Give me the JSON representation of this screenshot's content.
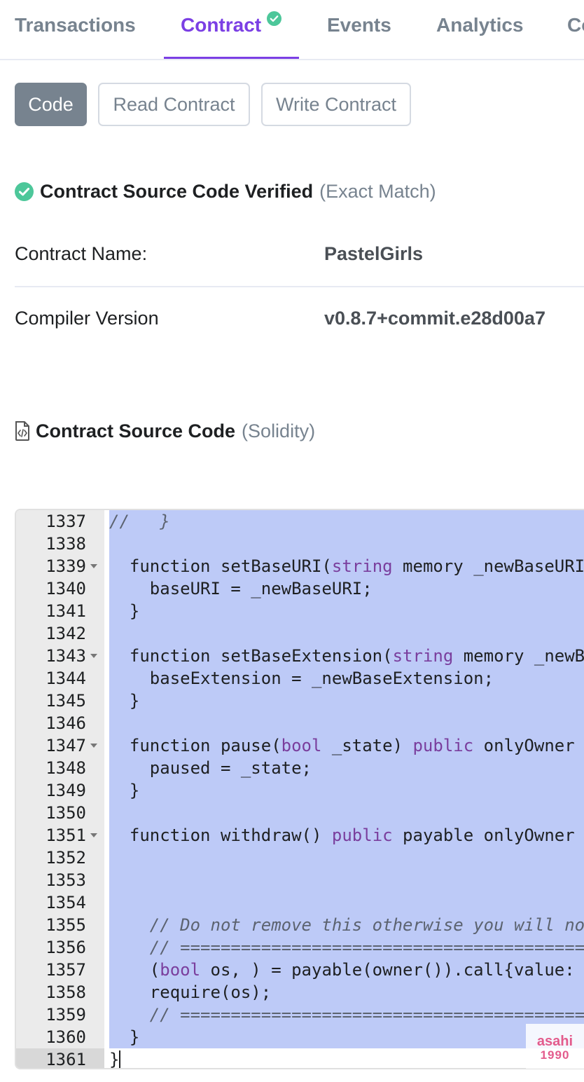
{
  "tabs": [
    {
      "label": "Transactions"
    },
    {
      "label": "Contract",
      "active": true,
      "verified": true
    },
    {
      "label": "Events"
    },
    {
      "label": "Analytics"
    },
    {
      "label": "Co"
    }
  ],
  "subtabs": [
    "Code",
    "Read Contract",
    "Write Contract"
  ],
  "verification": {
    "title": "Contract Source Code Verified",
    "note": "(Exact Match)"
  },
  "details": {
    "contract_name_label": "Contract Name:",
    "contract_name_value": "PastelGirls",
    "compiler_label": "Compiler Version",
    "compiler_value": "v0.8.7+commit.e28d00a7"
  },
  "source": {
    "title": "Contract Source Code",
    "language": "(Solidity)"
  },
  "colors": {
    "accent": "#7b3fe4",
    "verified": "#4dc79a",
    "selection": "#bdcaf7"
  },
  "code_lines": [
    {
      "n": "1337",
      "fold": false,
      "html": "<span class='cm'>//   }</span>"
    },
    {
      "n": "1338",
      "fold": false,
      "html": ""
    },
    {
      "n": "1339",
      "fold": true,
      "html": "  function setBaseURI(<span class='kw'>string</span> memory _newBaseURI) public onlyOwner {"
    },
    {
      "n": "1340",
      "fold": false,
      "html": "    baseURI = _newBaseURI;"
    },
    {
      "n": "1341",
      "fold": false,
      "html": "  }"
    },
    {
      "n": "1342",
      "fold": false,
      "html": ""
    },
    {
      "n": "1343",
      "fold": true,
      "html": "  function setBaseExtension(<span class='kw'>string</span> memory _newBaseExtension) public onlyOwner {"
    },
    {
      "n": "1344",
      "fold": false,
      "html": "    baseExtension = _newBaseExtension;"
    },
    {
      "n": "1345",
      "fold": false,
      "html": "  }"
    },
    {
      "n": "1346",
      "fold": false,
      "html": ""
    },
    {
      "n": "1347",
      "fold": true,
      "html": "  function pause(<span class='kw'>bool</span> _state) <span class='kw'>public</span> onlyOwner {"
    },
    {
      "n": "1348",
      "fold": false,
      "html": "    paused = _state;"
    },
    {
      "n": "1349",
      "fold": false,
      "html": "  }"
    },
    {
      "n": "1350",
      "fold": false,
      "html": ""
    },
    {
      "n": "1351",
      "fold": true,
      "html": "  function withdraw() <span class='kw'>public</span> payable onlyOwner {"
    },
    {
      "n": "1352",
      "fold": false,
      "html": ""
    },
    {
      "n": "1353",
      "fold": false,
      "html": ""
    },
    {
      "n": "1354",
      "fold": false,
      "html": ""
    },
    {
      "n": "1355",
      "fold": false,
      "html": "    <span class='cm'>// Do not remove this otherwise you will not be able to withdraw the funds.</span>"
    },
    {
      "n": "1356",
      "fold": false,
      "html": "    <span class='cm'>// =============================================================================</span>"
    },
    {
      "n": "1357",
      "fold": false,
      "html": "    (<span class='kw'>bool</span> os, ) = payable(owner()).call{value: address(this).balance}(\"\");"
    },
    {
      "n": "1358",
      "fold": false,
      "html": "    require(os);"
    },
    {
      "n": "1359",
      "fold": false,
      "html": "    <span class='cm'>// =============================================================================</span>"
    },
    {
      "n": "1360",
      "fold": false,
      "html": "  }"
    },
    {
      "n": "1361",
      "fold": false,
      "html": "}",
      "active": true
    }
  ],
  "watermark": {
    "line1": "asahi",
    "line2": "1990"
  }
}
